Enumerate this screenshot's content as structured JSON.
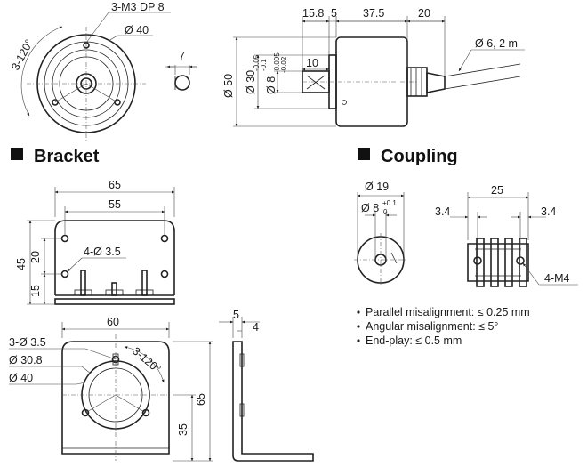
{
  "encoder_front": {
    "mount_holes": "3-M3 DP 8",
    "bolt_circle": "Ø 40",
    "angle": "3-120°",
    "shaft_flat": "7"
  },
  "encoder_side": {
    "d1": "15.8",
    "d2": "5",
    "d3": "37.5",
    "d4": "20",
    "cable": "Ø 6, 2 m",
    "body_dia": "Ø 50",
    "flange_dia": "Ø 30",
    "flange_tol_upper": "-0.05",
    "flange_tol_lower": "-0.1",
    "shaft_dia": "Ø 8",
    "shaft_tol_upper": "-0.005",
    "shaft_tol_lower": "-0.02",
    "shaft_len": "10"
  },
  "bracket": {
    "title": "Bracket",
    "side": {
      "w_outer": "65",
      "w_inner": "55",
      "holes": "4-Ø 3.5",
      "h_total": "45",
      "h_upper": "20",
      "h_lower": "15"
    },
    "front": {
      "width": "60",
      "holes": "3-Ø 3.5",
      "d_inner": "Ø 30.8",
      "d_bolt": "Ø 40",
      "angle": "3-120°",
      "h_total": "65",
      "h_center": "35"
    },
    "profile": {
      "d1": "5",
      "d2": "4"
    }
  },
  "coupling": {
    "title": "Coupling",
    "outer_dia": "Ø 19",
    "bore": "Ø 8",
    "bore_tol_upper": "+0.1",
    "bore_tol_lower": "0",
    "length": "25",
    "screw_offset_left": "3.4",
    "screw_offset_right": "3.4",
    "screws": "4-M4",
    "specs": [
      "Parallel misalignment: ≤ 0.25 mm",
      "Angular misalignment: ≤ 5°",
      "End-play: ≤ 0.5 mm"
    ]
  }
}
